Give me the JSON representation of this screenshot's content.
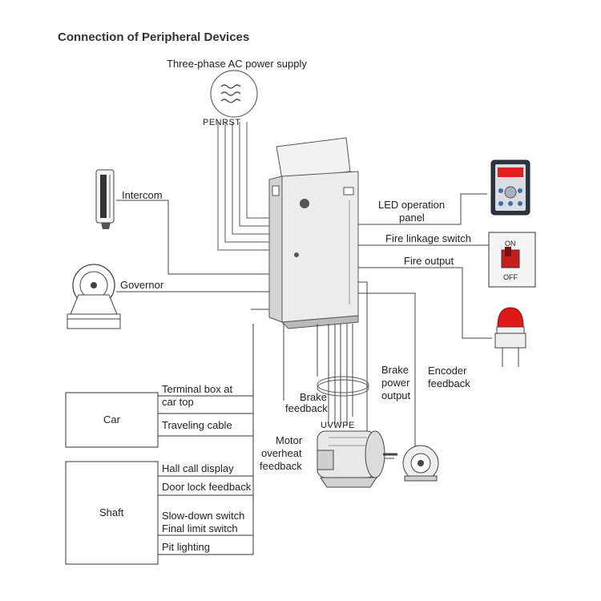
{
  "title": "Connection of Peripheral Devices",
  "power": {
    "label": "Three-phase AC power supply",
    "terminals": "PENRST"
  },
  "left_devices": {
    "intercom": "Intercom",
    "governor": "Governor"
  },
  "right_devices": {
    "led_panel_line1": "LED operation",
    "led_panel_line2": "panel",
    "fire_linkage": "Fire linkage switch",
    "switch_on": "ON",
    "switch_off": "OFF",
    "fire_output": "Fire output"
  },
  "motor_signals": {
    "brake_power_1": "Brake",
    "brake_power_2": "power",
    "brake_power_3": "output",
    "encoder_1": "Encoder",
    "encoder_2": "feedback",
    "brake_fb_1": "Brake",
    "brake_fb_2": "feedback",
    "motor_terminals": "UVWPE",
    "overheat_1": "Motor",
    "overheat_2": "overheat",
    "overheat_3": "feedback"
  },
  "car": {
    "label": "Car",
    "items": [
      "Terminal box at",
      "car top",
      "Traveling cable"
    ]
  },
  "shaft": {
    "label": "Shaft",
    "items": [
      "Hall call display",
      "Door lock feedback",
      "Slow-down switch",
      "Final limit switch",
      "Pit lighting"
    ]
  },
  "colors": {
    "line": "#444444",
    "cabinet": "#e9e9e9",
    "led_display": "#e0201c",
    "beacon": "#e01818"
  }
}
